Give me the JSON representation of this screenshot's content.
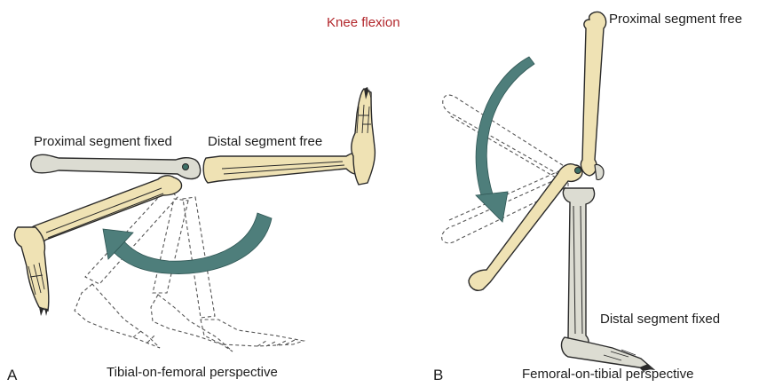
{
  "title": "Knee flexion",
  "panel_a": {
    "letter": "A",
    "label_fixed": "Proximal segment fixed",
    "label_free": "Distal segment free",
    "caption": "Tibial-on-femoral perspective"
  },
  "panel_b": {
    "letter": "B",
    "label_free": "Proximal segment free",
    "label_fixed": "Distal segment fixed",
    "caption": "Femoral-on-tibial perspective"
  },
  "colors": {
    "bone_moving": "#efe2b4",
    "bone_fixed": "#dcdcd2",
    "bone_outline": "#2a2a2a",
    "arrow": "#4e7e7b",
    "title": "#b2262b",
    "ghost_outline": "#555555"
  }
}
